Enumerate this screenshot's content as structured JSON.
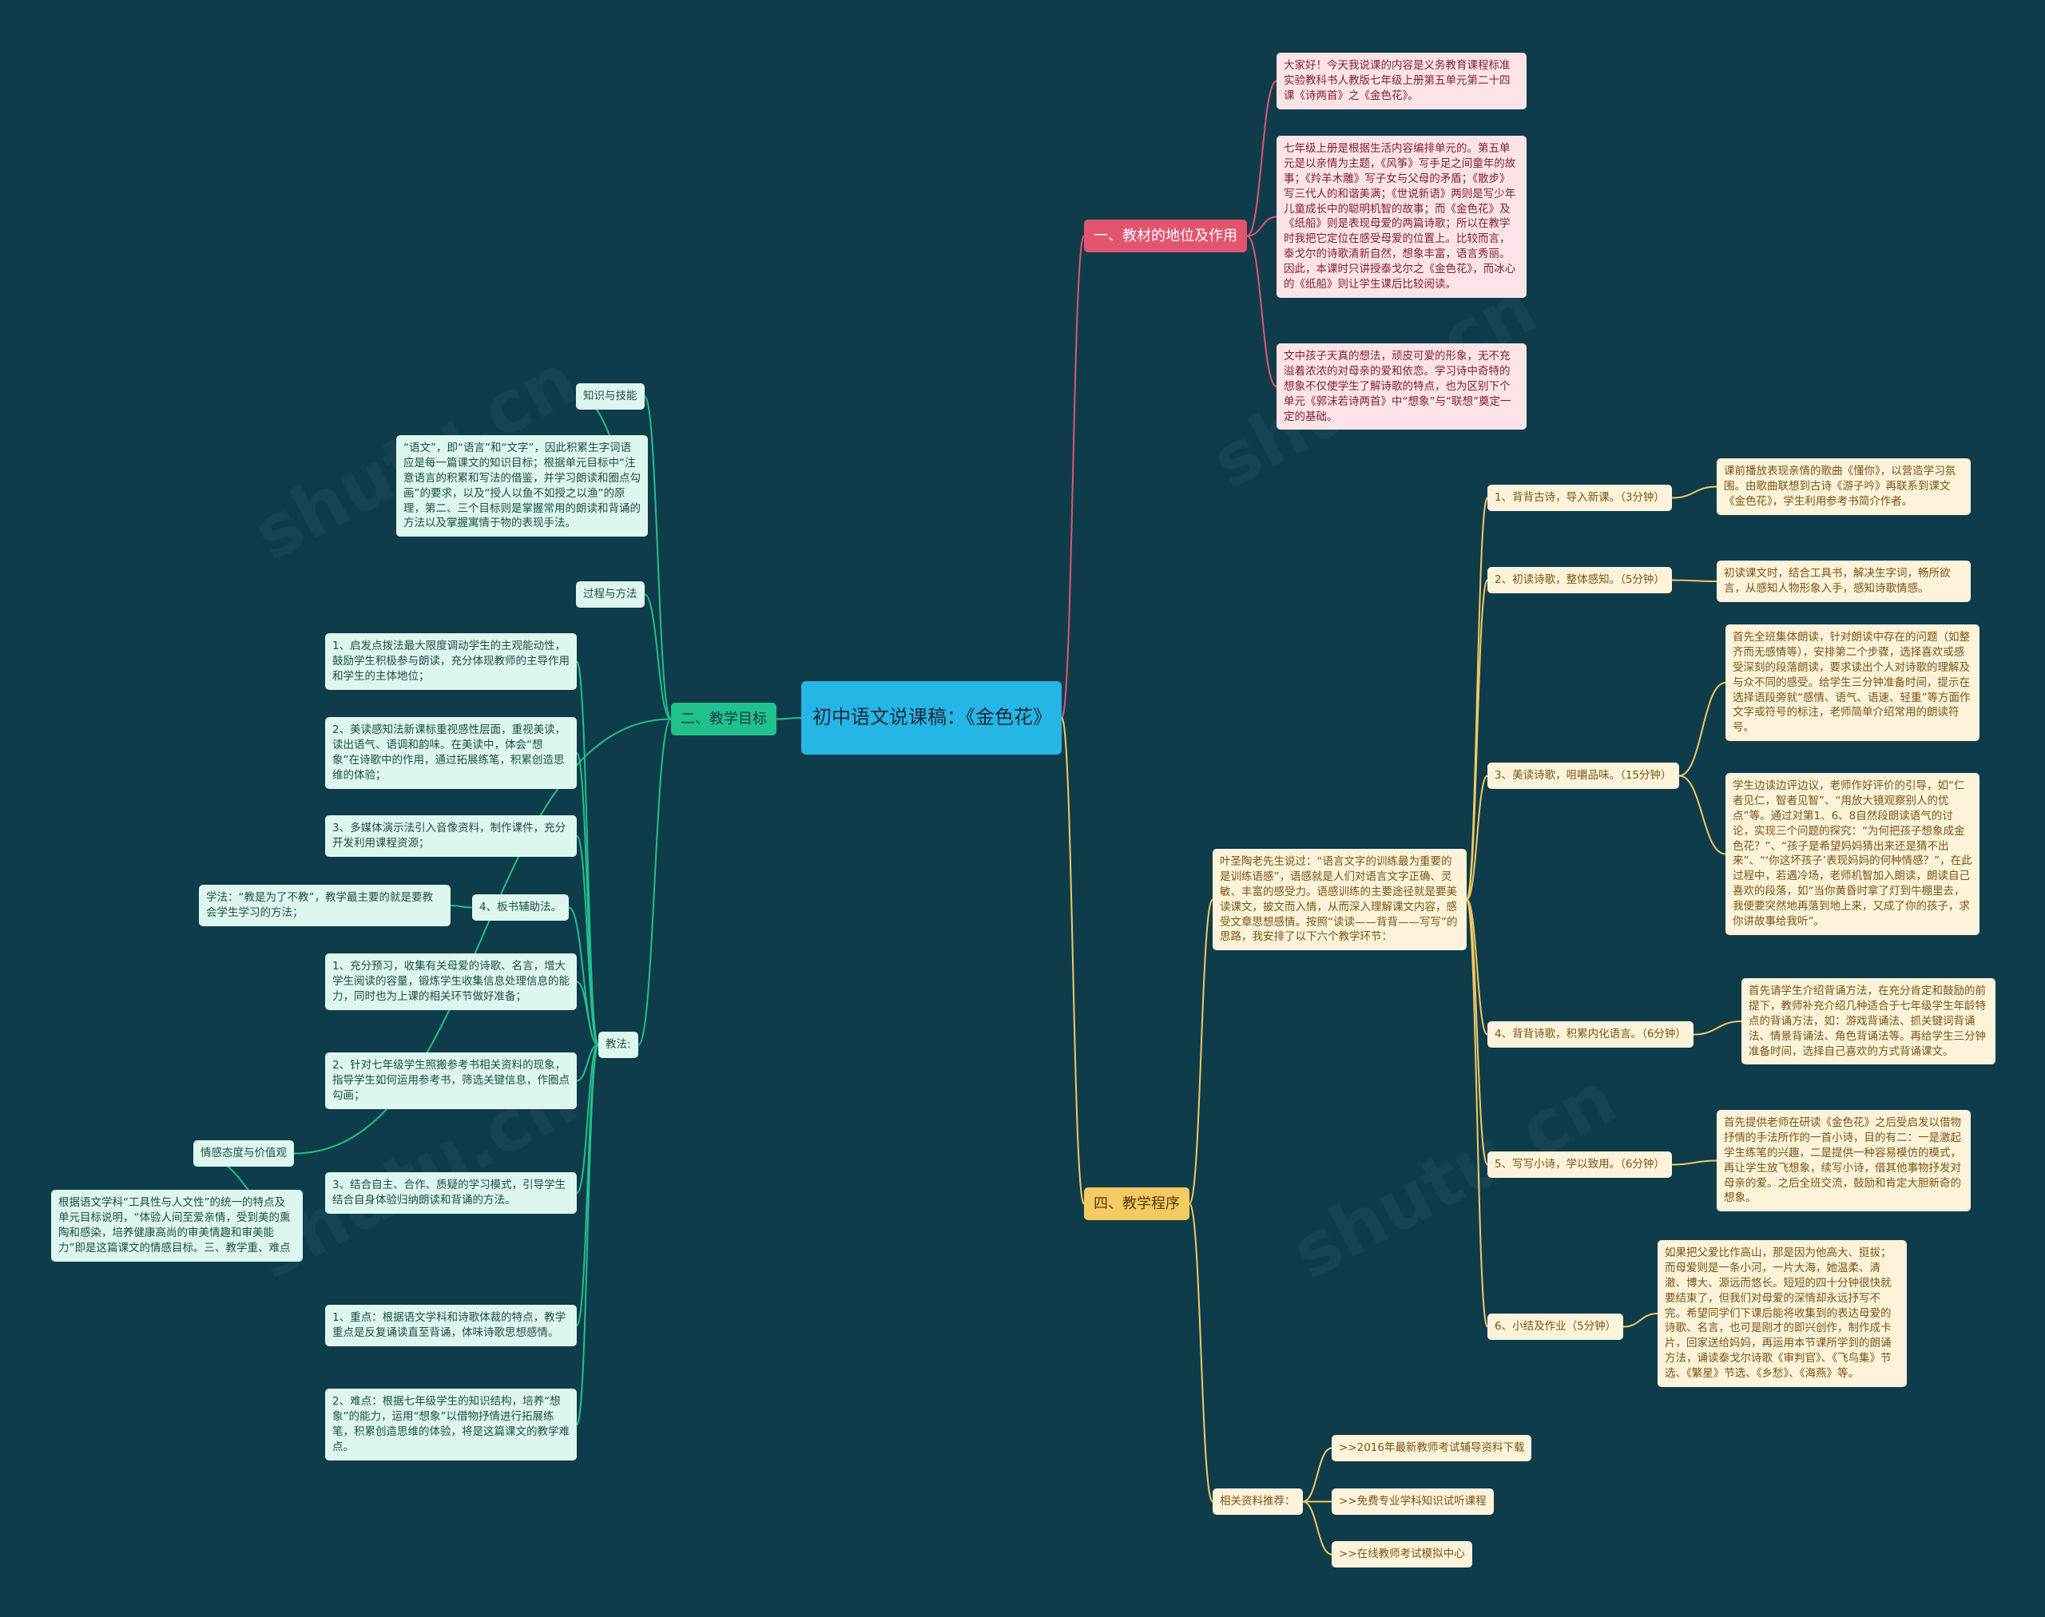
{
  "colors": {
    "background": "#0f3c4b",
    "root": "#25b6e6",
    "red": "#e35470",
    "green": "#22c08c",
    "yellow": "#f4ca63"
  },
  "root": {
    "title": "初中语文说课稿：《金色花》"
  },
  "s1": {
    "label": "一、教材的地位及作用",
    "p1": "大家好！今天我说课的内容是义务教育课程标准实验教科书人教版七年级上册第五单元第二十四课《诗两首》之《金色花》。",
    "p2": "七年级上册是根据生活内容编排单元的。第五单元是以亲情为主题，《风筝》写手足之间童年的故事；《羚羊木雕》写子女与父母的矛盾；《散步》写三代人的和谐美满；《世说新语》两则是写少年儿童成长中的聪明机智的故事；而《金色花》及《纸船》则是表现母爱的两篇诗歌；所以在教学时我把它定位在感受母爱的位置上。比较而言，泰戈尔的诗歌清新自然，想象丰富，语言秀丽。因此，本课时只讲授泰戈尔之《金色花》，而冰心的《纸船》则让学生课后比较阅读。",
    "p3": "文中孩子天真的想法，顽皮可爱的形象，无不充溢着浓浓的对母亲的爱和依恋。学习诗中奇特的想象不仅使学生了解诗歌的特点，也为区别下个单元《郭沫若诗两首》中“想象”与“联想”奠定一定的基础。"
  },
  "s2": {
    "label": "二、教学目标",
    "knowledge": "知识与技能",
    "knowledge_text": "“语文”，即“语言”和“文字”，因此积累生字词语应是每一篇课文的知识目标；根据单元目标中“注意语言的积累和写法的借鉴，并学习朗读和圈点勾画”的要求，以及“授人以鱼不如授之以渔”的原理，第二、三个目标则是掌握常用的朗读和背诵的方法以及掌握寓情于物的表现手法。",
    "process": "过程与方法",
    "teach": "教法:",
    "t1": "1、启发点拨法最大限度调动学生的主观能动性，鼓励学生积极参与朗读，充分体现教师的主导作用和学生的主体地位；",
    "t2": "2、美读感知法新课标重视感性层面，重视美读，读出语气、语调和韵味。在美读中，体会“想象”在诗歌中的作用，通过拓展练笔，积累创造思维的体验；",
    "t3": "3、多媒体演示法引入音像资料，制作课件，充分开发利用课程资源；",
    "t4": "4、板书辅助法。",
    "study": "学法：“教是为了不教”，教学最主要的就是要教会学生学习的方法；",
    "m1": "1、充分预习，收集有关母爱的诗歌、名言，增大学生阅读的容量，锻炼学生收集信息处理信息的能力，同时也为上课的相关环节做好准备；",
    "m2": "2、针对七年级学生照搬参考书相关资料的现象，指导学生如何运用参考书，筛选关键信息，作圈点勾画；",
    "m3": "3、结合自主、合作、质疑的学习模式，引导学生结合自身体验归纳朗读和背诵的方法。",
    "emotion": "情感态度与价值观",
    "emotion_text": "根据语文学科“工具性与人文性”的统一的特点及单元目标说明，“体验人间至爱亲情，受到美的熏陶和感染，培养健康高尚的审美情趣和审美能力”即是这篇课文的情感目标。三、教学重、难点",
    "key": "1、重点：根据语文学科和诗歌体裁的特点，教学重点是反复诵读直至背诵，体味诗歌思想感情。",
    "diff": "2、难点：根据七年级学生的知识结构，培养“想象”的能力，运用“想象”以借物抒情进行拓展练笔，积累创造思维的体验，将是这篇课文的教学难点。"
  },
  "s4": {
    "label": "四、教学程序",
    "intro": "叶圣陶老先生说过：“语言文字的训练最为重要的是训练语感”，语感就是人们对语言文字正确、灵敏、丰富的感受力。语感训练的主要途径就是要美读课文，披文而入情，从而深入理解课文内容，感受文章思想感情。按照“读读——背背——写写”的思路，我安排了以下六个教学环节：",
    "step1": "1、背背古诗，导入新课。（3分钟）",
    "step1_text": "课前播放表现亲情的歌曲《懂你》，以营造学习氛围。由歌曲联想到古诗《游子吟》再联系到课文《金色花》，学生利用参考书简介作者。",
    "step2": "2、初读诗歌，整体感知。（5分钟）",
    "step2_text": "初读课文时，结合工具书，解决生字词，畅所欲言，从感知人物形象入手，感知诗歌情感。",
    "step3": "3、美读诗歌，咀嚼品味。（15分钟）",
    "step3_text1": "首先全班集体朗读，针对朗读中存在的问题（如整齐而无感情等），安排第二个步骤，选择喜欢或感受深刻的段落朗读，要求读出个人对诗歌的理解及与众不同的感受。给学生三分钟准备时间，提示在选择语段旁就“感情、语气、语速、轻重”等方面作文字或符号的标注，老师简单介绍常用的朗读符号。",
    "step3_text2": "学生边读边评边议，老师作好评价的引导，如“仁者见仁，智者见智”、“用放大镜观察别人的优点”等。通过对第1、6、8自然段朗读语气的讨论，实现三个问题的探究：“为何把孩子想象成金色花？”、“孩子是希望妈妈猜出来还是猜不出来”、“‘你这坏孩子’表现妈妈的何种情感？”，在此过程中，若遇冷场，老师机智加入朗读，朗读自己喜欢的段落，如“当你黄昏时拿了灯到牛棚里去，我便要突然地再落到地上来，又成了你的孩子，求你讲故事给我听”。",
    "step4": "4、背背诗歌，积累内化语言。（6分钟）",
    "step4_text": "首先请学生介绍背诵方法，在充分肯定和鼓励的前提下，教师补充介绍几种适合于七年级学生年龄特点的背诵方法，如：游戏背诵法、抓关键词背诵法、情景背诵法、角色背诵法等。再给学生三分钟准备时间，选择自己喜欢的方式背诵课文。",
    "step5": "5、写写小诗，学以致用。（6分钟）",
    "step5_text": "首先提供老师在研读《金色花》之后受启发以借物抒情的手法所作的一首小诗，目的有二：一是激起学生练笔的兴趣，二是提供一种容易模仿的模式，再让学生放飞想象，续写小诗，借其他事物抒发对母亲的爱。之后全班交流，鼓励和肯定大胆新奇的想象。",
    "step6": "6、小结及作业（5分钟）",
    "step6_text": "如果把父爱比作高山，那是因为他高大、挺拔；而母爱则是一条小河，一片大海，她温柔、清澈、博大、源远而悠长。短短的四十分钟很快就要结束了，但我们对母爱的深情却永远抒写不完。希望同学们下课后能将收集到的表达母爱的诗歌、名言，也可是刚才的即兴创作，制作成卡片，回家送给妈妈，再运用本节课所学到的朗诵方法，诵读泰戈尔诗歌《审判官》、《飞鸟集》节选、《繁星》节选、《乡愁》、《海燕》等。",
    "res": "相关资料推荐：",
    "r1": ">>2016年最新教师考试辅导资料下载",
    "r2": ">>免费专业学科知识试听课程",
    "r3": ">>在线教师考试模拟中心"
  }
}
